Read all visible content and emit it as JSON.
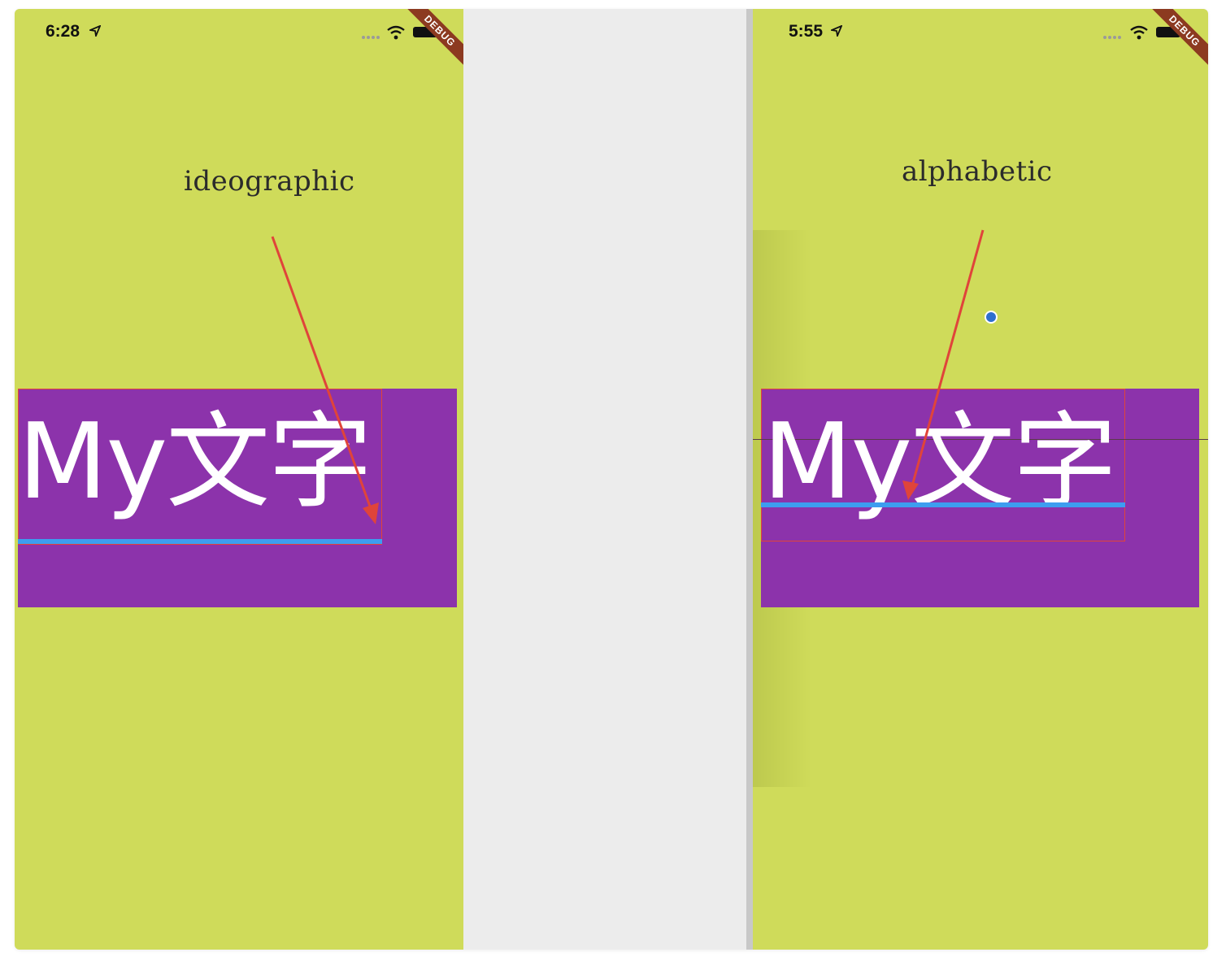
{
  "colors": {
    "background": "#cfdb5a",
    "purple": "#8c33ab",
    "baseline": "#3d9df0",
    "arrow": "#e0443a",
    "divider": "#c8c8c8",
    "debug_banner": "#8c3a20"
  },
  "left_screen": {
    "status_time": "6:28",
    "caption": "ideographic",
    "sample_text": "My文字",
    "debug_label": "DEBUG"
  },
  "right_screen": {
    "status_time": "5:55",
    "caption": "alphabetic",
    "sample_text": "My文字",
    "debug_label": "DEBUG"
  },
  "icons": [
    "location-arrow-icon",
    "signal-icon",
    "wifi-icon",
    "battery-icon",
    "annotation-arrow-icon",
    "cursor-dot-icon"
  ]
}
